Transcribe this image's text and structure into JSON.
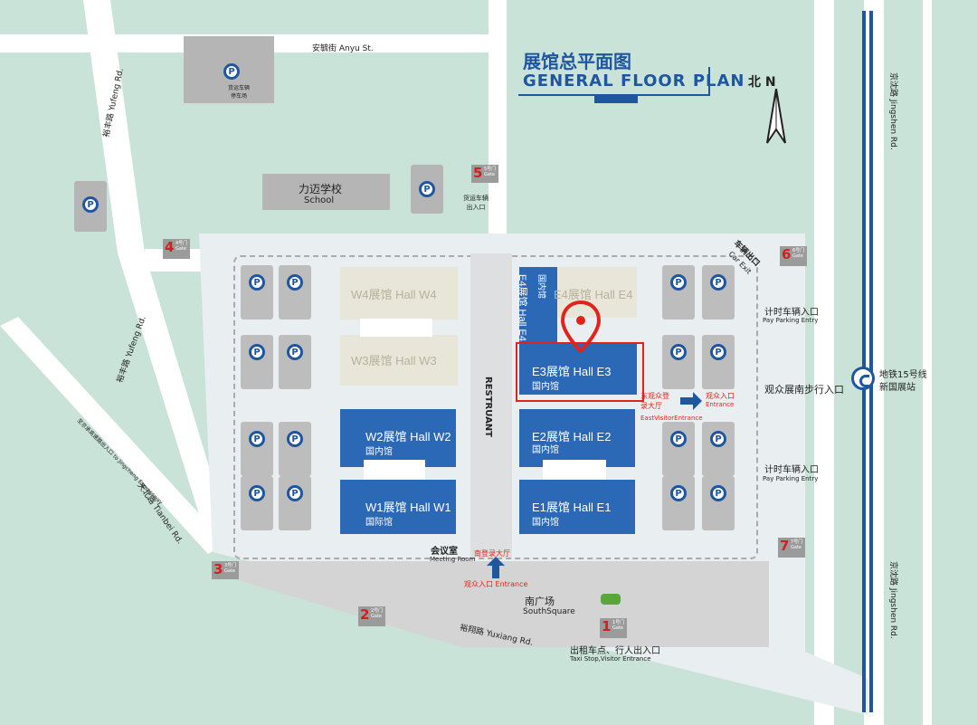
{
  "title": {
    "zh": "展馆总平面图",
    "en": "GENERAL FLOOR PLAN"
  },
  "north": {
    "zh": "北",
    "en": "N"
  },
  "roads": {
    "anyu": "安毓街 Anyu St.",
    "yufeng_top": "裕丰路 Yufeng Rd.",
    "yufeng_mid": "裕丰路 Yufeng Rd.",
    "jingshen_top": "京沈路 Jingshen Rd.",
    "jingshen_bottom": "京沈路 Jingshen Rd.",
    "tianbei": "天北路 Tianbei Rd.",
    "yuxiang": "裕翔路 Yuxiang Rd.",
    "expressway": "至京承高速路出入口 to Jingcheng Expressway"
  },
  "places": {
    "truck_parking": "货运车辆\n停车场",
    "school_zh": "力迈学校",
    "school_en": "School",
    "truck_gate_label": "货运车辆\n出入口",
    "restaurant": "RESTRUANT",
    "meeting_zh": "会议室",
    "meeting_en": "Meeting Room",
    "south_lobby": "南登录大厅",
    "south_square_zh": "南广场",
    "south_square_en": "SouthSquare",
    "taxi_zh": "出租车点、行人出入口",
    "taxi_en": "Taxi Stop,Visitor Entrance",
    "car_exit_zh": "车辆出口",
    "car_exit_en": "Car Exit",
    "pay_parking_zh": "计时车辆入口",
    "pay_parking_en": "Pay Parking Entry",
    "visitor_walk": "观众展南步行入口",
    "metro_zh": "地铁15号线",
    "metro_zh2": "新国展站",
    "east_hall_zh": "东观众登\n录大厅",
    "east_hall_en": "EastVisitorEntrance",
    "entrance_zh": "观众入口",
    "entrance_en": "Entrance",
    "south_entrance": "观众入口 Entrance"
  },
  "halls": [
    {
      "id": "W4",
      "name": "W4展馆 Hall W4",
      "sub": ""
    },
    {
      "id": "W3",
      "name": "W3展馆 Hall W3",
      "sub": ""
    },
    {
      "id": "W2",
      "name": "W2展馆 Hall W2",
      "sub": "国内馆"
    },
    {
      "id": "W1",
      "name": "W1展馆 Hall W1",
      "sub": "国际馆"
    },
    {
      "id": "E4a",
      "name": "E4展馆 Hall E4",
      "sub": "国内馆"
    },
    {
      "id": "E4b",
      "name": "E4展馆 Hall E4",
      "sub": ""
    },
    {
      "id": "E3",
      "name": "E3展馆 Hall E3",
      "sub": "国内馆"
    },
    {
      "id": "E2",
      "name": "E2展馆 Hall E2",
      "sub": "国内馆"
    },
    {
      "id": "E1",
      "name": "E1展馆 Hall E1",
      "sub": "国内馆"
    }
  ],
  "gates": [
    {
      "num": "1",
      "label": "1号门\nGate"
    },
    {
      "num": "2",
      "label": "2号门\nGate"
    },
    {
      "num": "3",
      "label": "3号门\nGate"
    },
    {
      "num": "4",
      "label": "4号门\nGate"
    },
    {
      "num": "5",
      "label": "5号门\nGate"
    },
    {
      "num": "6",
      "label": "6号门\nGate"
    },
    {
      "num": "7",
      "label": "7号门\nGate"
    }
  ],
  "parking_symbol": "P",
  "colors": {
    "hall_blue": "#2b68b6",
    "hall_gray": "#e7e6d8",
    "green": "#c9e3d9",
    "marker_red": "#e2231a",
    "road": "#ffffff",
    "parking": "#bdbdbd"
  }
}
